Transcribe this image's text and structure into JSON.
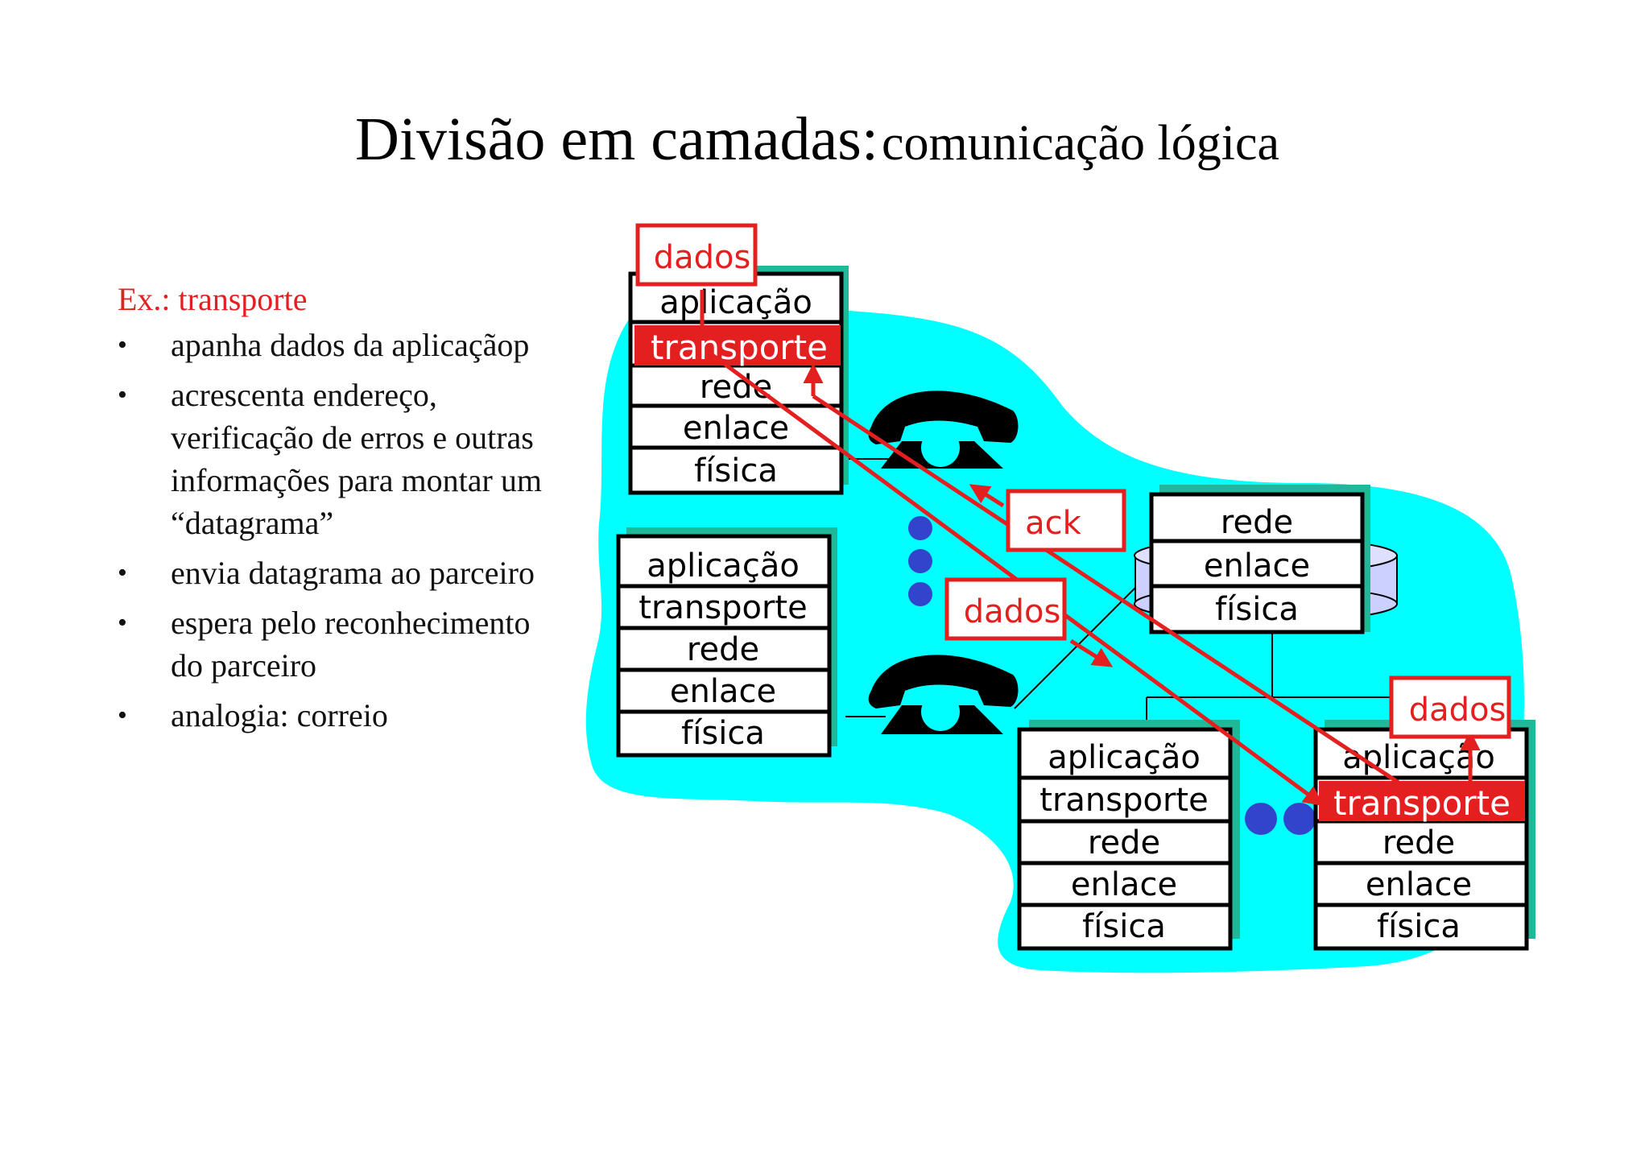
{
  "title": {
    "main": "Divisão em camadas:",
    "sub": "comunicação lógica"
  },
  "left_panel": {
    "heading": "Ex.: transporte",
    "bullets": [
      "apanha dados da aplicaçãop",
      "acrescenta endereço, verificação de erros e outras informações para montar um  “datagrama”",
      "envia  datagrama ao parceiro",
      "espera pelo reconhecimento do parceiro",
      "analogia: correio"
    ]
  },
  "diagram": {
    "layers": {
      "app": "aplicação",
      "transport": "transporte",
      "network": "rede",
      "link": "enlace",
      "physical": "física"
    },
    "labels": {
      "data_top": "dados",
      "ack": "ack",
      "data_mid": "dados",
      "data_right": "dados"
    },
    "colors": {
      "cloud": "#00ffff",
      "red": "#e31f1f",
      "shadow": "#1fb99a",
      "dots": "#3344cc"
    }
  }
}
